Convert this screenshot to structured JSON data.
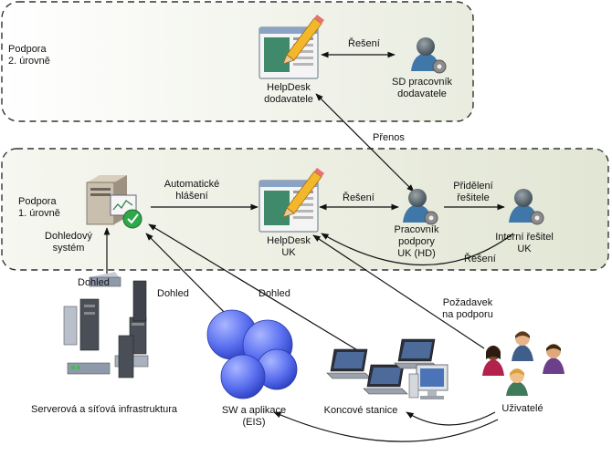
{
  "zones": {
    "support2": {
      "label_line1": "Podpora",
      "label_line2": "2. úrovně"
    },
    "support1": {
      "label_line1": "Podpora",
      "label_line2": "1. úrovně"
    }
  },
  "nodes": {
    "helpdesk_vendor": {
      "line1": "HelpDesk",
      "line2": "dodavatele"
    },
    "sd_vendor": {
      "line1": "SD pracovník",
      "line2": "dodavatele"
    },
    "monitoring": {
      "line1": "Dohledový",
      "line2": "systém"
    },
    "helpdesk_uk": {
      "line1": "HelpDesk",
      "line2": "UK"
    },
    "support_worker": {
      "line1": "Pracovník",
      "line2": "podpory",
      "line3": "UK (HD)"
    },
    "internal_solver": {
      "line1": "Interní řešitel",
      "line2": "UK"
    },
    "servers": {
      "line1": "Serverová a síťová infrastruktura"
    },
    "sw_apps": {
      "line1": "SW a aplikace",
      "line2": "(EIS)"
    },
    "workstations": {
      "line1": "Koncové stanice"
    },
    "users": {
      "line1": "Uživatelé"
    }
  },
  "edges": {
    "resolution_vendor": "Řešení",
    "transfer": "Přenos",
    "auto_report_line1": "Automatické",
    "auto_report_line2": "hlášení",
    "resolution_uk": "Řešení",
    "assign_line1": "Přidělení",
    "assign_line2": "řešitele",
    "resolution_back": "Řešení",
    "monitor_servers": "Dohled",
    "monitor_sw": "Dohled",
    "monitor_stations": "Dohled",
    "request_line1": "Požadavek",
    "request_line2": "na podporu"
  },
  "colors": {
    "zone_fill": "#eef0e6",
    "zone_stroke": "#333333",
    "arrow": "#111111",
    "blob_fill": "#4c63e6",
    "screen_fill": "#3f8a6a"
  }
}
